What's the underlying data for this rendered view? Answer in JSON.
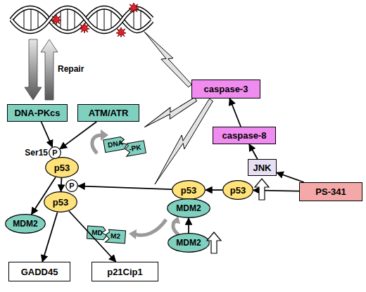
{
  "diagram": {
    "nodes": [
      {
        "text": [
          "caspase-3"
        ]
      },
      {
        "text": [
          "DNA-PKcs"
        ]
      },
      {
        "text": [
          "ATM/ATR"
        ]
      },
      {
        "text": [
          "caspase-8"
        ]
      },
      {
        "text": [
          "DNA"
        ]
      },
      {
        "text": [
          "-PK"
        ]
      },
      {
        "text": [
          "P"
        ]
      },
      {
        "text": [
          "p53"
        ]
      },
      {
        "text": [
          "JNK"
        ]
      },
      {
        "text": [
          "P"
        ]
      },
      {
        "text": [
          "PS-341"
        ]
      },
      {
        "text": [
          "p53"
        ]
      },
      {
        "text": [
          "p53"
        ]
      },
      {
        "text": [
          "p53"
        ]
      },
      {
        "text": [
          "MDM2"
        ]
      },
      {
        "text": [
          "MDM2"
        ]
      },
      {
        "text": [
          "MD"
        ]
      },
      {
        "text": [
          "M2"
        ]
      },
      {
        "text": [
          "MDM2"
        ]
      },
      {
        "text": [
          "GADD45"
        ]
      },
      {
        "text": [
          "p21Cip1"
        ]
      }
    ],
    "edges": [
      {
        "from": 1,
        "to": 6,
        "arrow": "to"
      },
      {
        "from": 2,
        "to": 6,
        "arrow": "to"
      },
      {
        "from": 7,
        "to": 15,
        "arrow": "to"
      },
      {
        "from": 7,
        "to": 13,
        "arrow": "to"
      },
      {
        "from": 13,
        "to": 19,
        "arrow": "to"
      },
      {
        "from": 13,
        "to": 20,
        "arrow": "to"
      },
      {
        "from": 3,
        "to": 0,
        "arrow": "to"
      },
      {
        "from": 8,
        "to": 3,
        "arrow": "to"
      },
      {
        "from": 10,
        "to": 8,
        "arrow": "to"
      },
      {
        "from": 10,
        "to": 11,
        "arrow": "to"
      },
      {
        "from": 11,
        "to": 12,
        "arrow": "to"
      },
      {
        "from": 18,
        "to": 14,
        "arrow": "to"
      },
      {
        "from": 12,
        "to": 9,
        "arrow": "to"
      }
    ],
    "labels": [
      "Ser15",
      "Repair"
    ]
  }
}
